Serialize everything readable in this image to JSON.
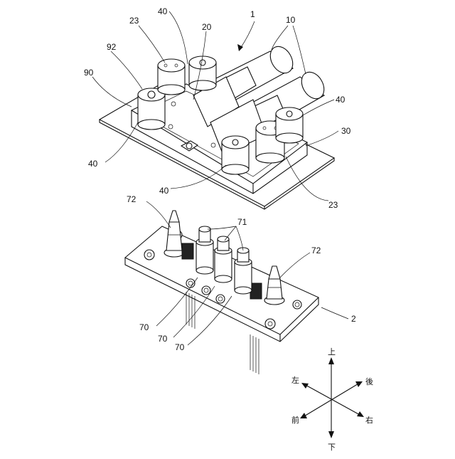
{
  "labels": {
    "assembly_1": "1",
    "assembly_2": "2",
    "part_10": "10",
    "part_20": "20",
    "part_23_top": "23",
    "part_23_bottom": "23",
    "part_30": "30",
    "part_40_top": "40",
    "part_40_right": "40",
    "part_40_left": "40",
    "part_40_bottom": "40",
    "part_70_a": "70",
    "part_70_b": "70",
    "part_70_c": "70",
    "part_71": "71",
    "part_72_left": "72",
    "part_72_right": "72",
    "part_90": "90",
    "part_92": "92"
  },
  "compass": {
    "up": "上",
    "down": "下",
    "left": "左",
    "right": "右",
    "front": "前",
    "back": "後"
  },
  "colors": {
    "line": "#111111",
    "background": "#ffffff"
  }
}
